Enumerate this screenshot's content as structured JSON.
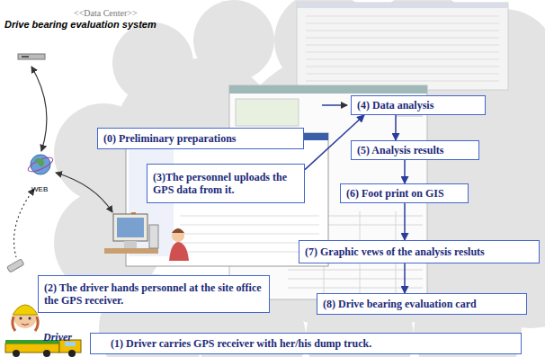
{
  "diagram": {
    "nodes": [
      {
        "text": [
          "(4) Data analysis"
        ]
      },
      {
        "text": [
          "(0) Preliminary preparations"
        ]
      },
      {
        "text": [
          "(5) Analysis results"
        ]
      },
      {
        "text": [
          "(3)The personnel uploads the GPS data from it."
        ]
      },
      {
        "text": [
          "(6) Foot print on GIS"
        ]
      },
      {
        "text": [
          "(7) Graphic vews of the analysis resluts"
        ]
      },
      {
        "text": [
          "(2) The driver hands personnel at the site office the GPS receiver."
        ]
      },
      {
        "text": [
          "(8) Drive bearing evaluation card"
        ]
      },
      {
        "text": [
          "(1) Driver carries GPS receiver with her/his dump truck."
        ]
      }
    ],
    "edges": [
      {
        "from": 3,
        "to": 0,
        "arrow": "to"
      },
      {
        "from": 0,
        "to": 2,
        "arrow": "to"
      },
      {
        "from": 2,
        "to": 4,
        "arrow": "to"
      },
      {
        "from": 4,
        "to": 5,
        "arrow": "to"
      },
      {
        "from": 5,
        "to": 7,
        "arrow": "to"
      }
    ],
    "labels": [
      "<<Data Center>>",
      "Drive bearing evaluation system",
      "WEB",
      "Driver"
    ]
  }
}
